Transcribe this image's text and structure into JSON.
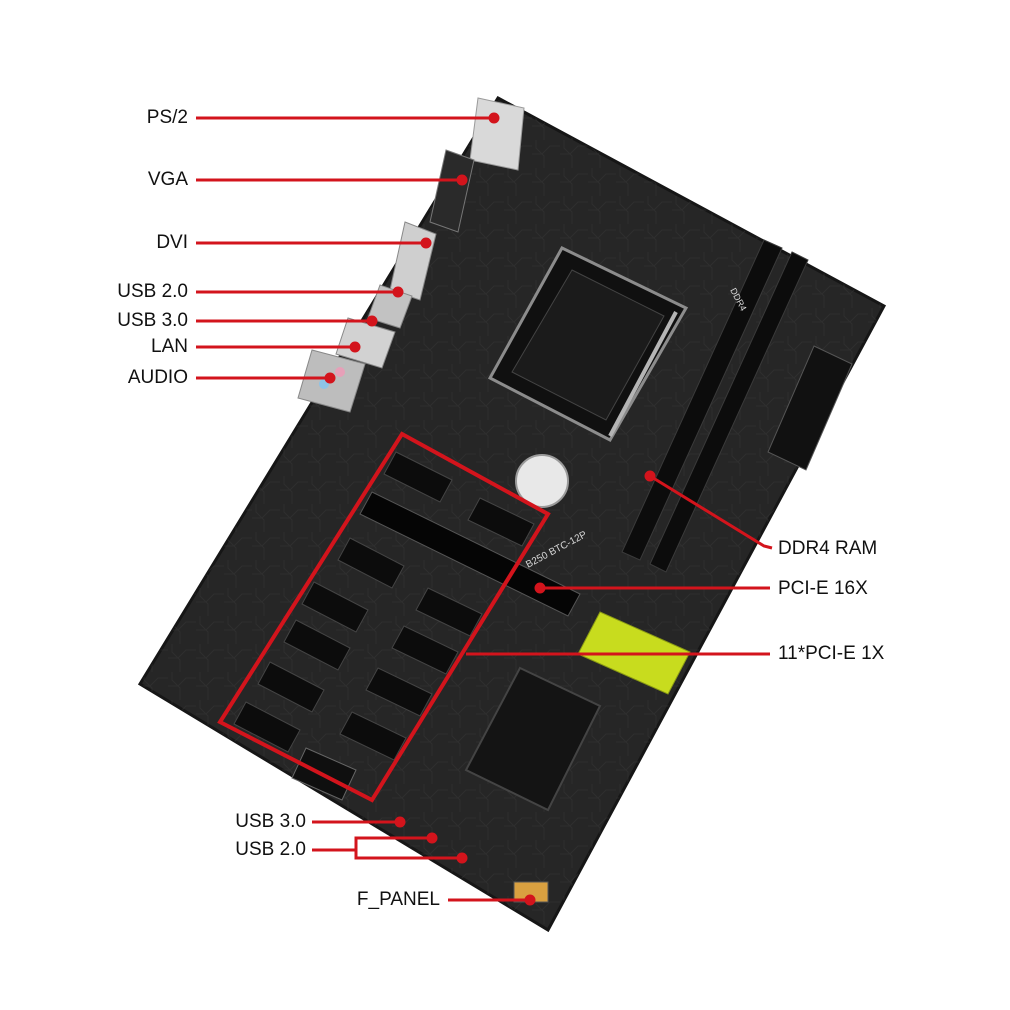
{
  "labels": {
    "ps2": "PS/2",
    "vga": "VGA",
    "dvi": "DVI",
    "usb20_rear": "USB 2.0",
    "usb30_rear": "USB 3.0",
    "lan": "LAN",
    "audio": "AUDIO",
    "ddr4": "DDR4 RAM",
    "pcie16": "PCI-E  16X",
    "pcie1": "11*PCI-E  1X",
    "usb30_header": "USB 3.0",
    "usb20_header": "USB 2.0",
    "fpanel": "F_PANEL"
  },
  "board_model": "B250 BTC-12P",
  "memory_marking": "DDR4",
  "colors": {
    "leader": "#d3141c",
    "board": "#262626",
    "board_edge": "#161616",
    "slot": "#0c0c0c",
    "sticker": "#c8dc1e"
  }
}
